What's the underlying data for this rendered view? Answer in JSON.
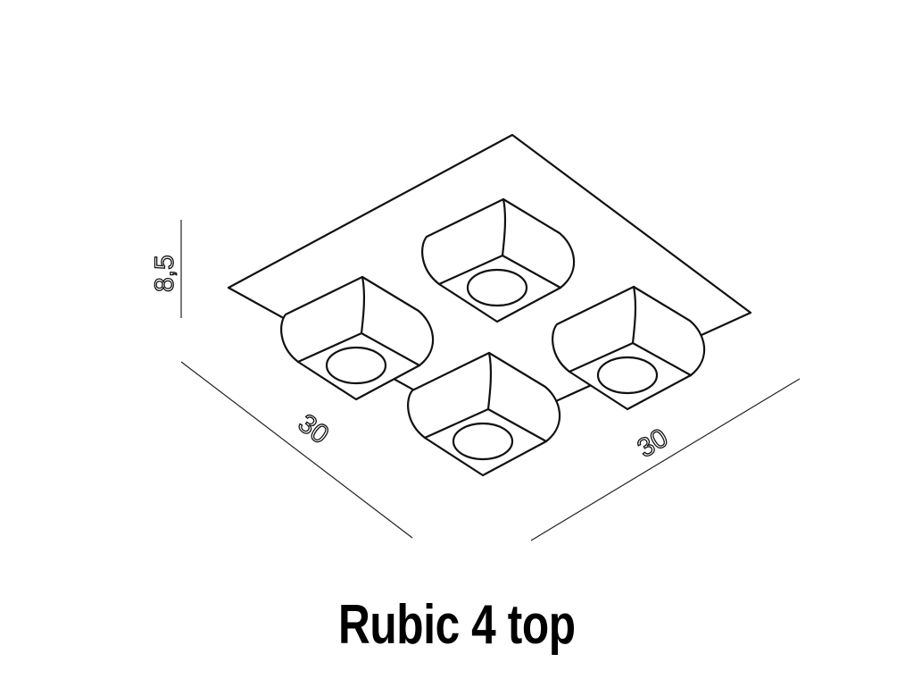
{
  "title": "Rubic 4 top",
  "dimensions": {
    "height": "8,5",
    "depth": "30",
    "width": "30"
  },
  "light_modules": [
    "top",
    "left",
    "right",
    "bottom"
  ]
}
